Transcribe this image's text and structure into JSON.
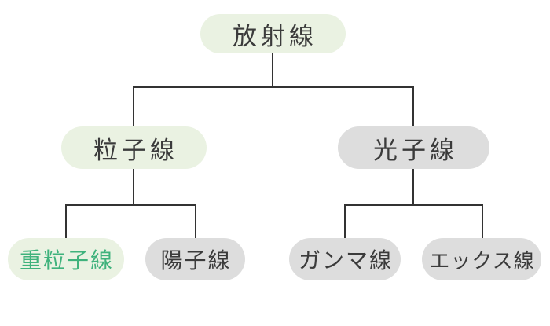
{
  "diagram_type": "hierarchy-tree",
  "tree": {
    "label": "放射線",
    "style": "green",
    "children": [
      {
        "label": "粒子線",
        "style": "green",
        "children": [
          {
            "label": "重粒子線",
            "style": "green-emphasis"
          },
          {
            "label": "陽子線",
            "style": "gray"
          }
        ]
      },
      {
        "label": "光子線",
        "style": "gray",
        "children": [
          {
            "label": "ガンマ線",
            "style": "gray"
          },
          {
            "label": "エックス線",
            "style": "gray"
          }
        ]
      }
    ]
  },
  "colors": {
    "green_fill": "#eaf2e2",
    "gray_fill": "#dddddd",
    "text_dark": "#3b3b3b",
    "text_green": "#3fb27c",
    "line": "#333333",
    "background": "#ffffff"
  }
}
